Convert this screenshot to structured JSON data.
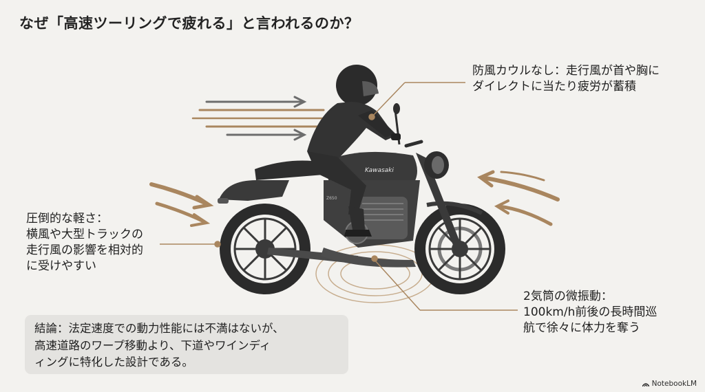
{
  "title": "なぜ「高速ツーリングで疲れる」と言われるのか？",
  "callouts": {
    "wind": {
      "lines": [
        "防風カウルなし：走行風が首や胸に",
        "ダイレクトに当たり疲労が蓄積"
      ]
    },
    "weight": {
      "lines": [
        "圧倒的な軽さ：",
        "横風や大型トラックの",
        "走行風の影響を相対的",
        "に受けやすい"
      ]
    },
    "vibration": {
      "lines": [
        "2気筒の微振動：",
        "100km/h前後の長時間巡",
        "航で徐々に体力を奪う"
      ]
    }
  },
  "conclusion": {
    "lines": [
      "結論：法定速度での動力性能には不満はないが、",
      "高速道路のワープ移動より、下道やワインディ",
      "ィングに特化した設計である。"
    ]
  },
  "bike": {
    "tank_logo": "Kawasaki",
    "side_badge": "Z650"
  },
  "brand": "NotebookLM",
  "colors": {
    "accent": "#a9865f",
    "bike": "#3a3a3a",
    "background": "#f3f2ef",
    "wind_gray": "#6d6d6d"
  }
}
